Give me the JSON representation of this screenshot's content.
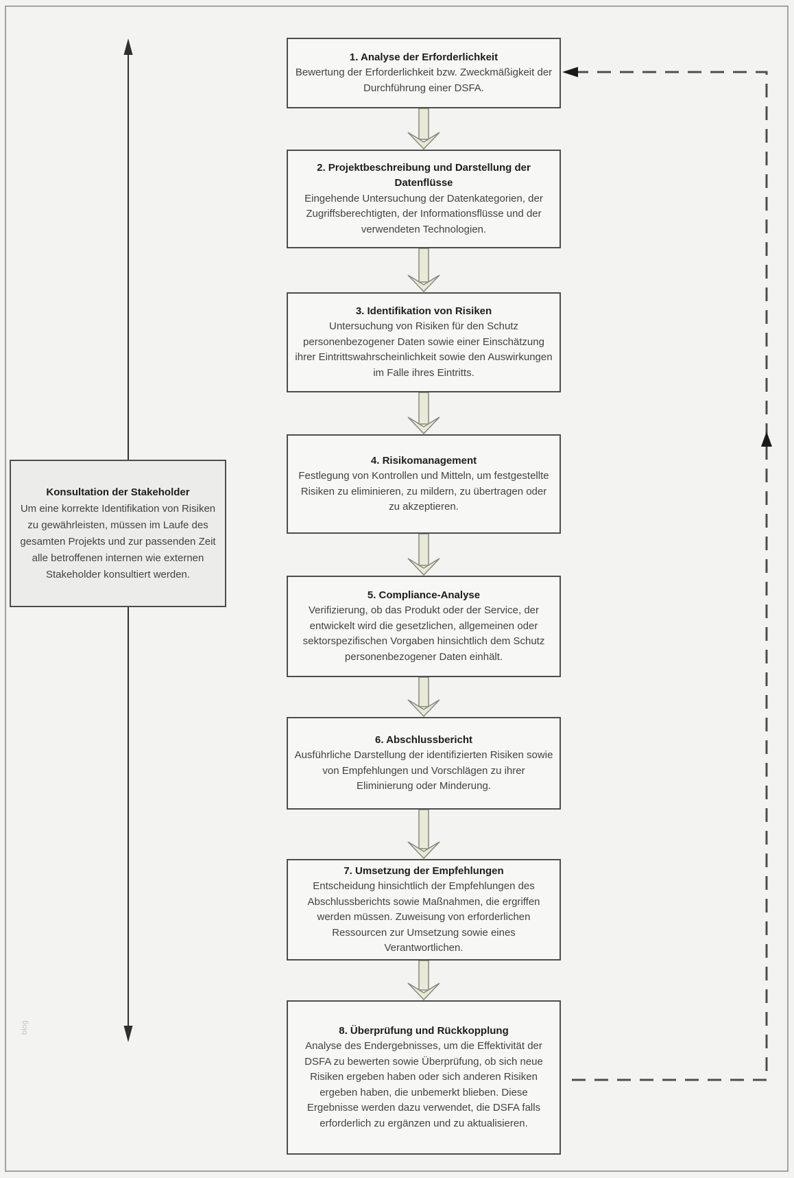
{
  "diagram": {
    "language": "de",
    "type": "process-flowchart"
  },
  "colors": {
    "page_background": "#f3f3f2",
    "frame_border": "#a2a2a2",
    "box_fill": "#f7f7f5",
    "box_border": "#4d4d4d",
    "side_box_fill": "#ececea",
    "block_arrow_fill": "#e9e9d9",
    "block_arrow_outline": "#88887b",
    "dashed_line": "#4d4d4d",
    "solid_line": "#2f2f2f",
    "body_text": "#424242",
    "title_text": "#1d1d1d"
  },
  "steps": [
    {
      "title": "1. Analyse der Erforderlichkeit",
      "body": "Bewertung der Erforderlichkeit bzw. Zweckmäßigkeit der Durchführung einer DSFA."
    },
    {
      "title": "2. Projektbeschreibung und Darstellung der Datenflüsse",
      "body": "Eingehende Untersuchung der Datenkategorien, der Zugriffsberechtigten, der Informationsflüsse und der verwendeten Technologien."
    },
    {
      "title": "3. Identifikation von Risiken",
      "body": "Untersuchung von Risiken für den Schutz personenbezogener Daten sowie einer Einschätzung ihrer Eintrittswahrscheinlichkeit sowie den Auswirkungen im Falle ihres Eintritts."
    },
    {
      "title": "4. Risikomanagement",
      "body": "Festlegung von Kontrollen und Mitteln, um festgestellte Risiken zu eliminieren, zu mildern, zu übertragen oder zu akzeptieren."
    },
    {
      "title": "5. Compliance-Analyse",
      "body": "Verifizierung, ob das Produkt oder der Service, der entwickelt wird die gesetzlichen, allgemeinen oder sektorspezifischen Vorgaben hinsichtlich dem Schutz personenbezogener Daten einhält."
    },
    {
      "title": "6. Abschlussbericht",
      "body": "Ausführliche Darstellung der identifizierten Risiken sowie von Empfehlungen und Vorschlägen zu ihrer Eliminierung oder Minderung."
    },
    {
      "title": "7. Umsetzung der Empfehlungen",
      "body": "Entscheidung hinsichtlich der Empfehlungen des Abschlussberichts sowie Maßnahmen, die ergriffen werden müssen. Zuweisung von erforderlichen Ressourcen zur Umsetzung sowie eines Verantwortlichen."
    },
    {
      "title": "8. Überprüfung und Rückkopplung",
      "body": "Analyse des Endergebnisses, um die Effektivität der DSFA zu bewerten sowie Überprüfung, ob sich neue Risiken ergeben haben oder sich anderen Risiken ergeben haben, die unbemerkt blieben. Diese Ergebnisse werden dazu verwendet, die DSFA falls erforderlich zu ergänzen und zu aktualisieren."
    }
  ],
  "side_note": {
    "title": "Konsultation der Stakeholder",
    "body": "Um eine korrekte Identifikation von Risiken zu gewährleisten, müssen im Laufe des gesamten Projekts und zur passenden Zeit alle betroffenen internen wie externen Stakeholder konsultiert werden."
  },
  "watermark": "blog"
}
